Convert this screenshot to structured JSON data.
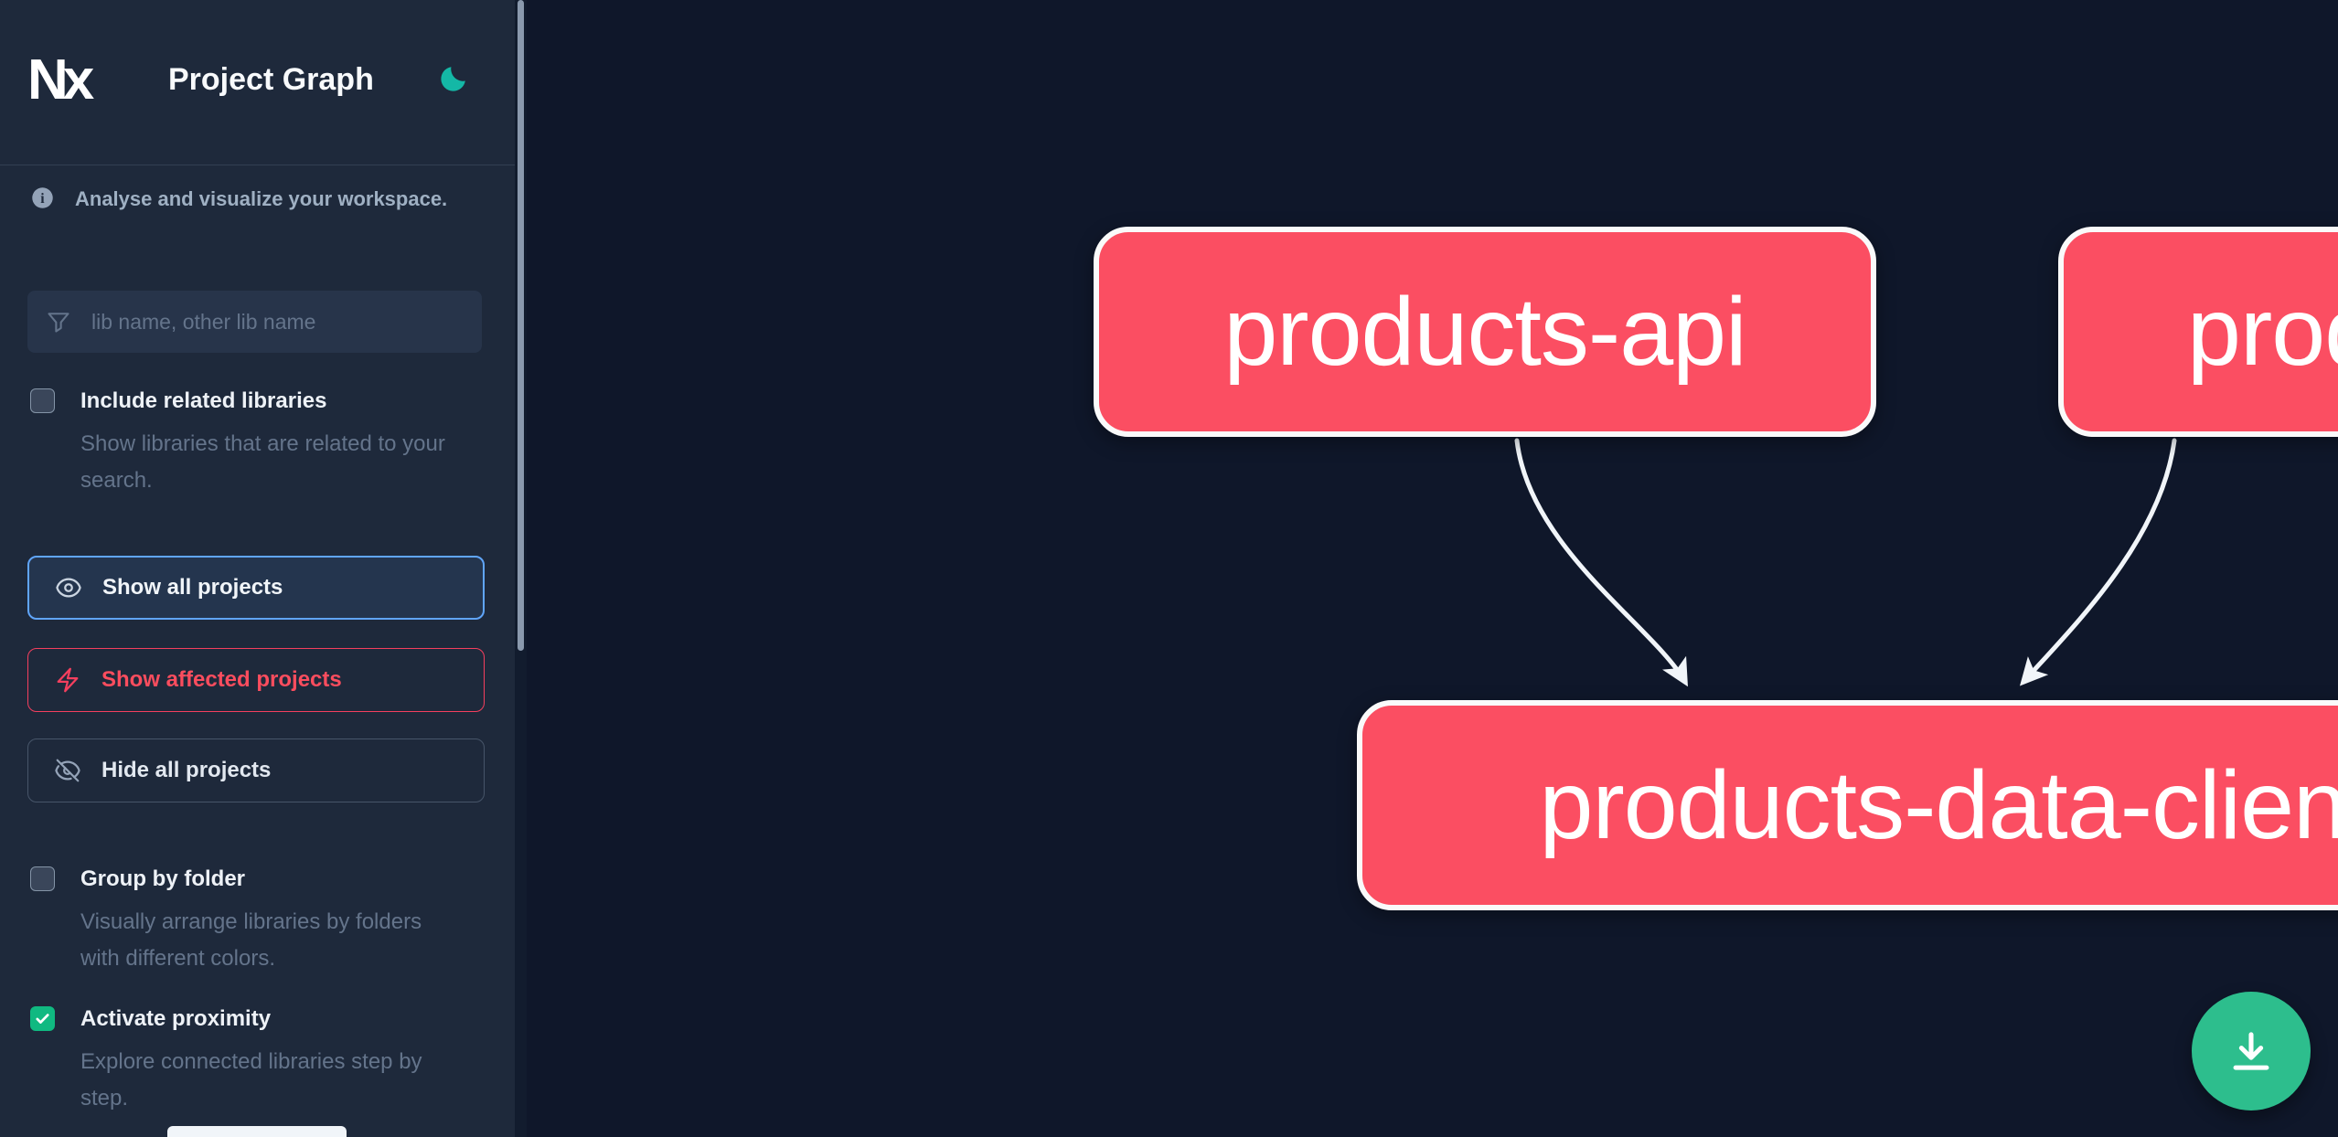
{
  "theme": {
    "sidebar_bg": "#1e293b",
    "main_bg": "#0f172a",
    "node_fill": "#fb4e62",
    "node_border": "#fafafa",
    "edge_color": "#f1f5f9",
    "accent_blue": "#60a5fa",
    "accent_red": "#f43f5e",
    "fab_green": "#2dbe8d",
    "moon_teal": "#14b8a6",
    "check_green": "#10b981"
  },
  "header": {
    "logo_text": "Nx",
    "title": "Project Graph"
  },
  "sidebar": {
    "info_text": "Analyse and visualize your workspace.",
    "search": {
      "placeholder": "lib name, other lib name",
      "value": ""
    },
    "include_related": {
      "label": "Include related libraries",
      "description": "Show libraries that are related to your search.",
      "checked": false
    },
    "buttons": {
      "show_all": "Show all projects",
      "show_affected": "Show affected projects",
      "hide_all": "Hide all projects"
    },
    "group_by_folder": {
      "label": "Group by folder",
      "description": "Visually arrange libraries by folders with different colors.",
      "checked": false
    },
    "activate_proximity": {
      "label": "Activate proximity",
      "description": "Explore connected libraries step by step.",
      "checked": true
    }
  },
  "graph": {
    "nodes": [
      {
        "label": "products-api"
      },
      {
        "label": "products-cli"
      },
      {
        "label": "products-data-client"
      }
    ],
    "edges": [
      {
        "from": "products-api",
        "to": "products-data-client"
      },
      {
        "from": "products-cli",
        "to": "products-data-client"
      }
    ]
  }
}
